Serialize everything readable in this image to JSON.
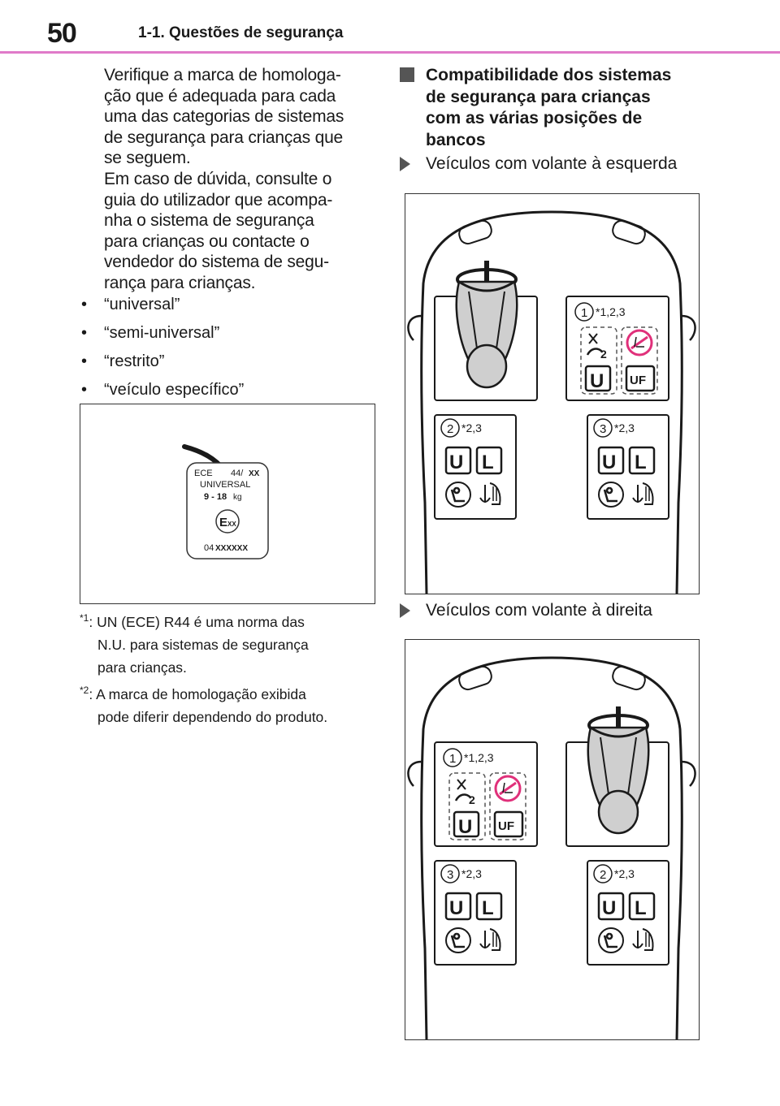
{
  "header": {
    "page_number": "50",
    "section_title": "1-1. Questões de segurança",
    "rule_color": "#e07ac9"
  },
  "left": {
    "paragraph_lines": [
      "Verifique a marca de homologa-",
      "ção que é adequada para cada",
      "uma das categorias de sistemas",
      "de segurança para crianças que",
      "se seguem.",
      "Em caso de dúvida, consulte o",
      "guia do utilizador que acompa-",
      "nha o sistema de segurança",
      "para crianças ou contacte o",
      "vendedor do sistema de segu-",
      "rança para crianças."
    ],
    "bullets": [
      "“universal”",
      "“semi-universal”",
      "“restrito”",
      "“veículo específico”"
    ],
    "label": {
      "ece": "ECE",
      "reg": "44/",
      "xx": "XX",
      "universal": "UNIVERSAL",
      "weight": "9 - 18",
      "unit": "kg",
      "e_mark": "E",
      "e_sub": "XX",
      "code_prefix": "04",
      "code": "XXXXXX"
    },
    "footnotes": [
      {
        "mark": "*1",
        "line1": ": UN (ECE) R44 é uma norma das",
        "line2": "N.U. para sistemas de segurança",
        "line3": "para crianças."
      },
      {
        "mark": "*2",
        "line1": ": A marca de homologação exibida",
        "line2": "pode diferir dependendo do produto.",
        "line3": ""
      }
    ]
  },
  "right": {
    "heading_lines": [
      "Compatibilidade dos sistemas",
      "de segurança para crianças",
      "com as várias posições de",
      "bancos"
    ],
    "lhd_label": "Veículos com volante à esquerda",
    "rhd_label": "Veículos com volante à direita",
    "seat_labels": {
      "front_num": "1",
      "front_note": "*1,2,3",
      "rear_a_num": "2",
      "rear_b_num": "3",
      "rear_note": "*2,3",
      "airbag_num": "2",
      "u": "U",
      "l": "L",
      "uf": "UF"
    },
    "prohibit_color": "#e0307a"
  }
}
